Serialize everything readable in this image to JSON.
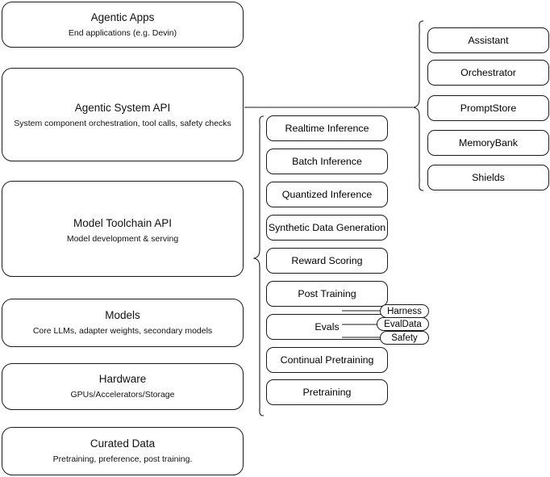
{
  "diagram": {
    "title": "Agentic AI stack layers",
    "stroke_color": "#1b1b1b",
    "background_color": "#ffffff"
  },
  "layers": [
    {
      "title": "Agentic Apps",
      "subtitle": "End applications (e.g. Devin)"
    },
    {
      "title": "Agentic System API",
      "subtitle": "System component orchestration, tool calls, safety checks"
    },
    {
      "title": "Model Toolchain API",
      "subtitle": "Model development & serving"
    },
    {
      "title": "Models",
      "subtitle": "Core LLMs, adapter weights, secondary models"
    },
    {
      "title": "Hardware",
      "subtitle": "GPUs/Accelerators/Storage"
    },
    {
      "title": "Curated Data",
      "subtitle": "Pretraining, preference, post training."
    }
  ],
  "toolchain_capabilities": [
    {
      "label": "Realtime Inference"
    },
    {
      "label": "Batch Inference"
    },
    {
      "label": "Quantized Inference"
    },
    {
      "label": "Synthetic Data Generation"
    },
    {
      "label": "Reward Scoring"
    },
    {
      "label": "Post Training"
    },
    {
      "label": "Evals"
    },
    {
      "label": "Continual Pretraining"
    },
    {
      "label": "Pretraining"
    }
  ],
  "agentic_components": [
    {
      "label": "Assistant"
    },
    {
      "label": "Orchestrator"
    },
    {
      "label": "PromptStore"
    },
    {
      "label": "MemoryBank"
    },
    {
      "label": "Shields"
    }
  ],
  "evals_subcomponents": [
    {
      "label": "Harness"
    },
    {
      "label": "EvalData"
    },
    {
      "label": "Safety"
    }
  ]
}
